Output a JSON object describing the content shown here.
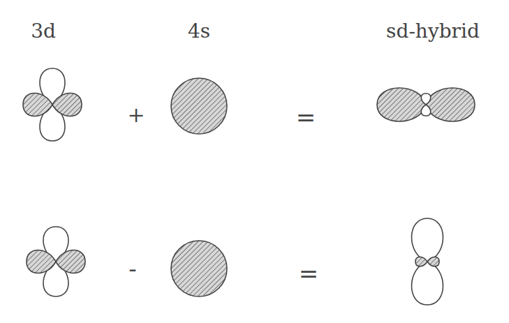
{
  "diagram": {
    "labels": [
      "3d",
      "4s",
      "sd-hybrid",
      "+",
      "=",
      "-",
      "="
    ]
  }
}
